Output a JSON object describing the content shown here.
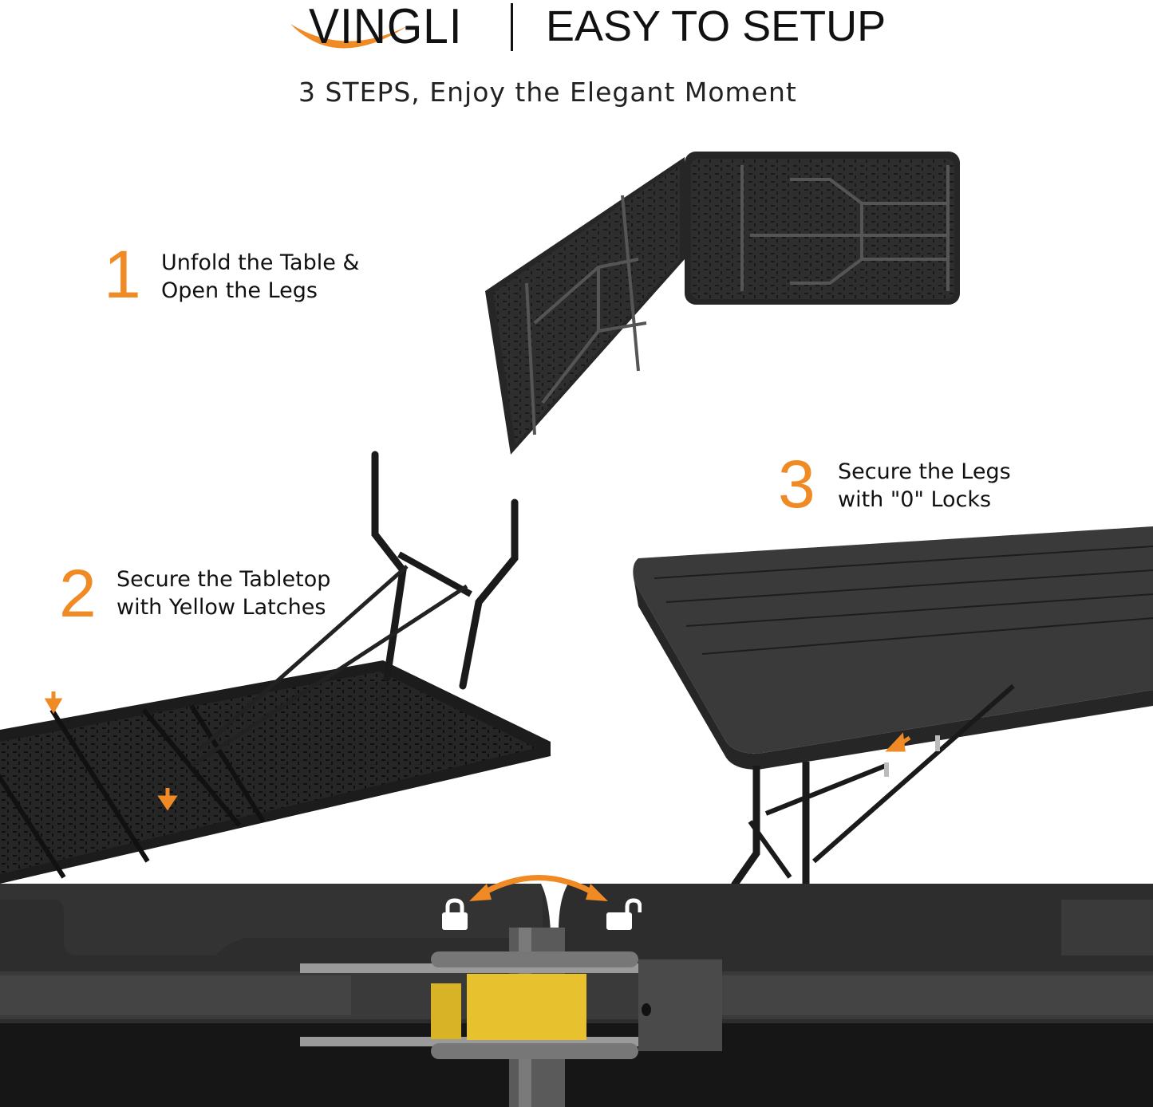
{
  "header": {
    "brand": "VINGLI",
    "title": "EASY TO SETUP",
    "subtitle": "3 STEPS, Enjoy the Elegant Moment"
  },
  "steps": [
    {
      "number": "1",
      "line1": "Unfold the Table &",
      "line2": "Open the Legs"
    },
    {
      "number": "2",
      "line1": "Secure the Tabletop",
      "line2": "with Yellow Latches"
    },
    {
      "number": "3",
      "line1": "Secure the Legs",
      "line2": "with \"0\" Locks"
    }
  ],
  "detail": {
    "left_icon": "lock-closed-icon",
    "right_icon": "lock-open-icon",
    "arrow": "double-headed-arc-arrow"
  },
  "colors": {
    "accent_orange": "#f08a24",
    "latch_yellow": "#e8c12e",
    "table_black": "#2b2b2b",
    "text": "#111111"
  }
}
